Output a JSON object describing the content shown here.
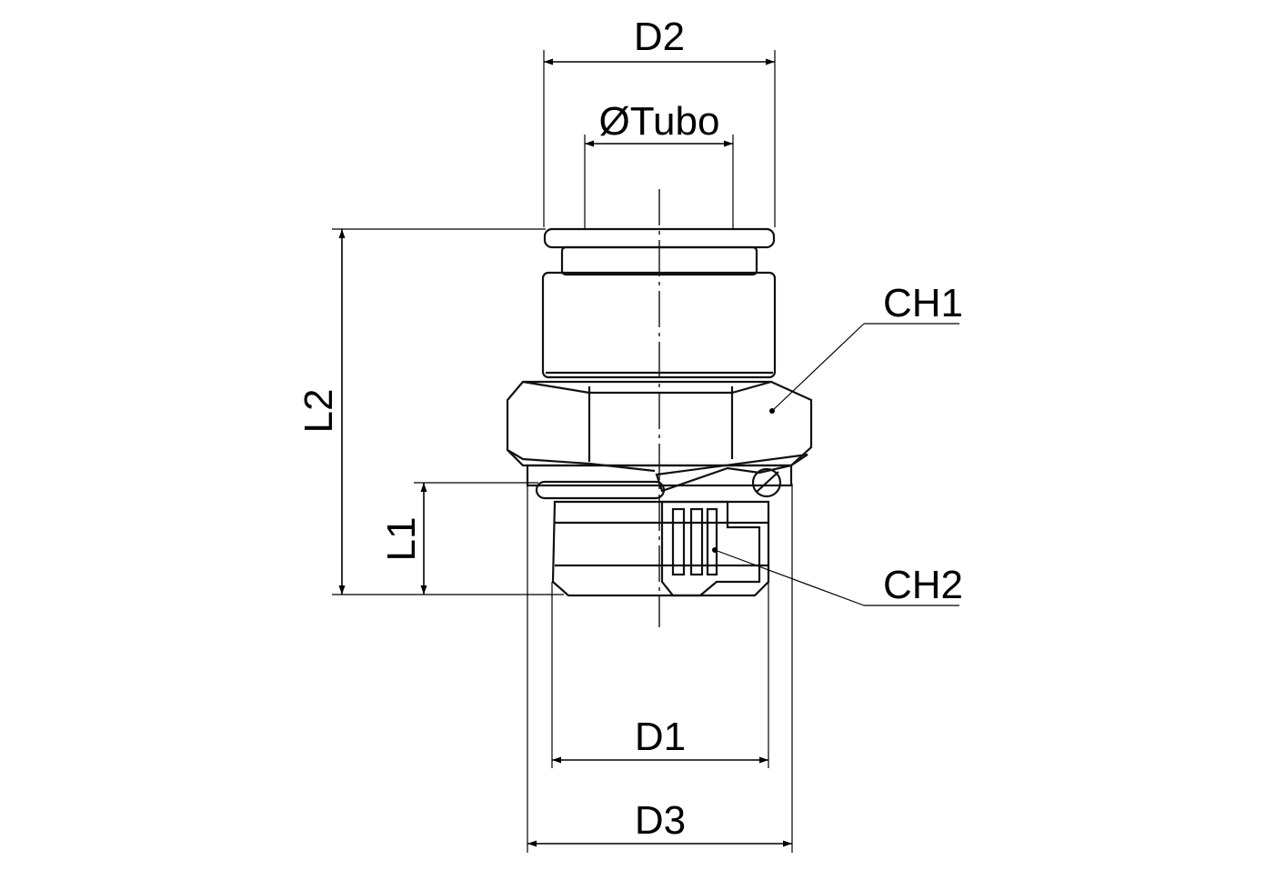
{
  "labels": {
    "d2": "D2",
    "tube": "ØTubo",
    "l2": "L2",
    "l1": "L1",
    "ch1": "CH1",
    "ch2": "CH2",
    "d1": "D1",
    "d3": "D3"
  },
  "colors": {
    "body_dark": "#3c3f44",
    "body_light": "#8b8f95",
    "oring": "#1f6b25"
  }
}
